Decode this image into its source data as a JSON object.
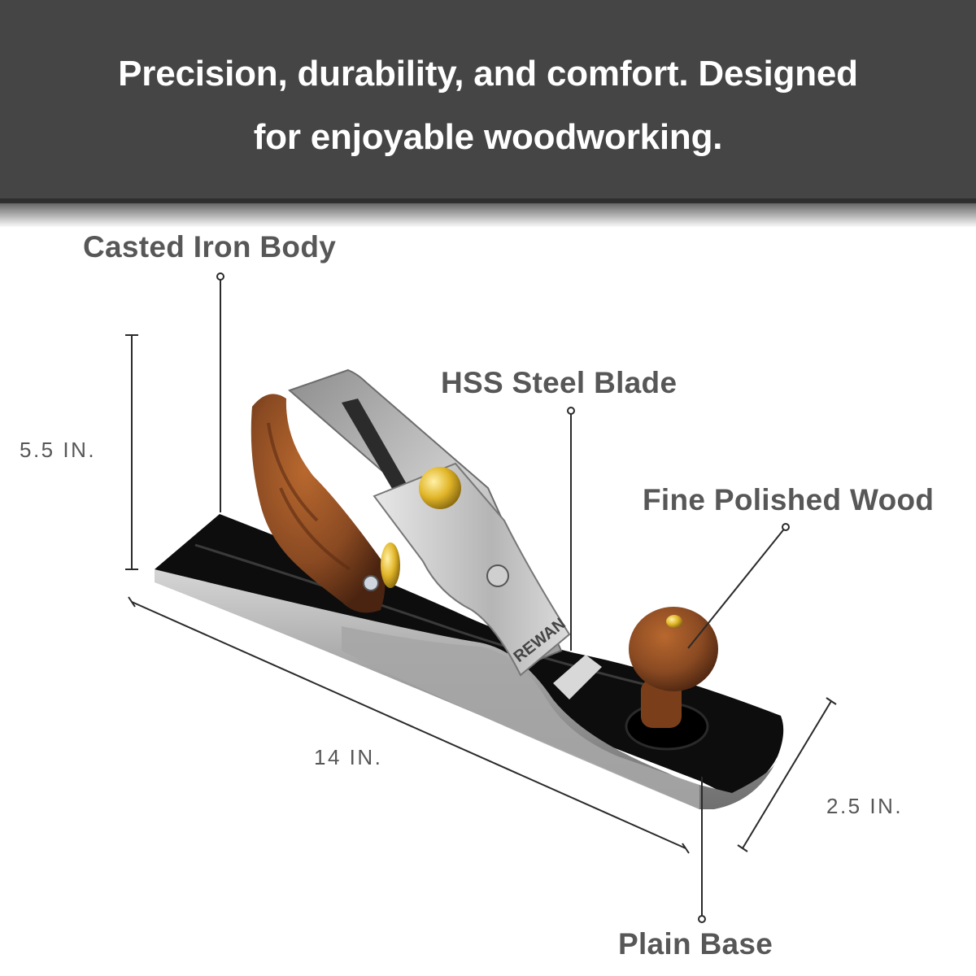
{
  "headline": {
    "line1": "Precision, durability, and comfort. Designed",
    "line2": "for enjoyable woodworking."
  },
  "callouts": {
    "body": "Casted Iron Body",
    "blade": "HSS Steel Blade",
    "wood": "Fine Polished Wood",
    "base": "Plain Base"
  },
  "dimensions": {
    "height": "5.5 IN.",
    "length": "14 IN.",
    "width": "2.5 IN."
  },
  "brand": "REWAN",
  "colors": {
    "banner": "#454545",
    "label_text": "#575757",
    "iron_black": "#0d0d0d",
    "steel": "#b9b9b9",
    "wood": "#8a4a22",
    "brass": "#e1b528"
  }
}
